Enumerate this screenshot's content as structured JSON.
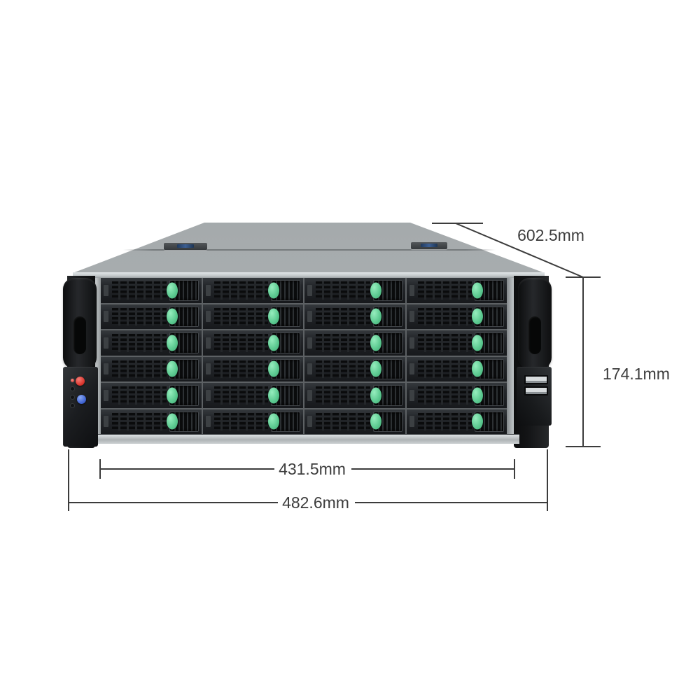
{
  "scene": {
    "type": "product-photo-with-dimensions",
    "subject": "rackmount-server-storage-chassis",
    "background": "#ffffff"
  },
  "annotations": {
    "depth_label": "602.5mm",
    "height_label": "174.1mm",
    "inner_width_label": "431.5mm",
    "outer_width_label": "482.6mm"
  },
  "chassis": {
    "bays": {
      "rows": 6,
      "columns": 4,
      "total": 24
    },
    "front_panel": {
      "indicator_leds": 4,
      "buttons": [
        "red",
        "blue"
      ]
    },
    "io": {
      "usb_ports": 2
    },
    "top_cover": {
      "latches": 2
    }
  },
  "colors": {
    "tray_latch_green": "#5ecb92",
    "button_red": "#d9352d",
    "button_blue": "#3f63d2",
    "top_cover_gray": "#a6abad",
    "chassis_dark": "#17191c",
    "dimension_line": "#3c3c3c"
  }
}
